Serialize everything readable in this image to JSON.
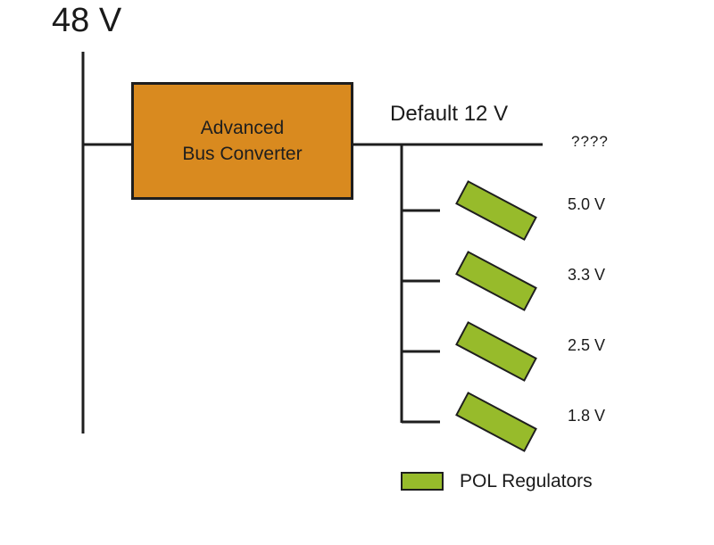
{
  "input_voltage": "48 V",
  "converter": {
    "label_line1": "Advanced",
    "label_line2": "Bus Converter",
    "fill": "#d98a1f"
  },
  "default_output": "Default 12 V",
  "unknown_output": "????",
  "pol_regulators": [
    {
      "voltage": "5.0 V"
    },
    {
      "voltage": "3.3 V"
    },
    {
      "voltage": "2.5 V"
    },
    {
      "voltage": "1.8 V"
    }
  ],
  "legend": {
    "label": "POL Regulators",
    "fill": "#97bb2b"
  },
  "line_color": "#1e1e1e"
}
